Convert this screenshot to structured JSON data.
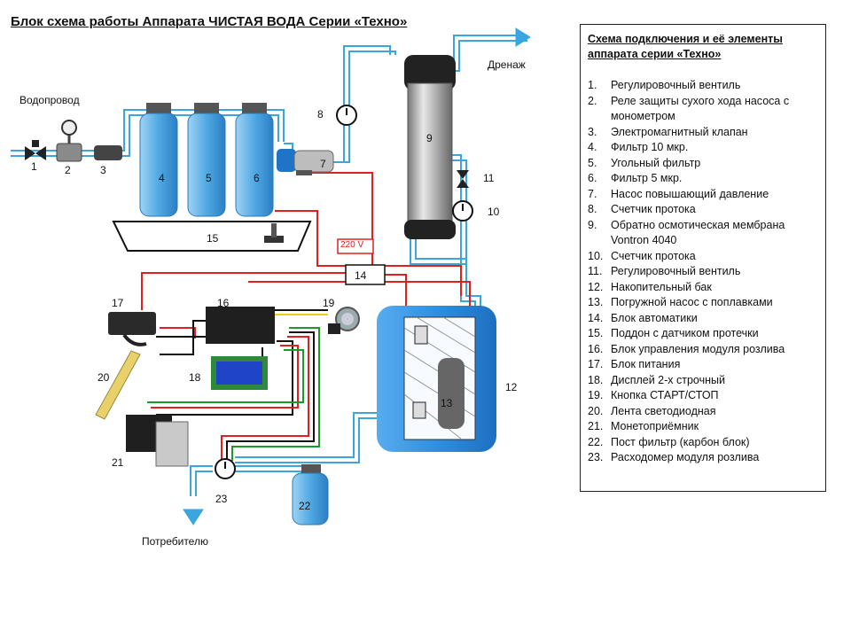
{
  "title": "Блок схема работы Аппарата ЧИСТАЯ ВОДА Серии «Техно»",
  "labels": {
    "water_supply": "Водопровод",
    "drainage": "Дренаж",
    "to_consumer": "Потребителю",
    "voltage": "220 V"
  },
  "numbers": [
    "1",
    "2",
    "3",
    "4",
    "5",
    "6",
    "7",
    "8",
    "9",
    "10",
    "11",
    "12",
    "13",
    "14",
    "15",
    "16",
    "17",
    "18",
    "19",
    "20",
    "21",
    "22",
    "23"
  ],
  "legend": {
    "title_line1": "Схема подключения и её элементы",
    "title_line2": "аппарата серии «Техно»",
    "items": [
      {
        "n": "1.",
        "text": "Регулировочный вентиль"
      },
      {
        "n": "2.",
        "text": "Реле защиты сухого хода насоса с монометром"
      },
      {
        "n": "3.",
        "text": "Электромагнитный клапан"
      },
      {
        "n": "4.",
        "text": "Фильтр 10 мкр."
      },
      {
        "n": "5.",
        "text": "Угольный фильтр"
      },
      {
        "n": "6.",
        "text": "Фильтр 5 мкр."
      },
      {
        "n": "7.",
        "text": "Насос повышающий давление"
      },
      {
        "n": "8.",
        "text": "Счетчик протока"
      },
      {
        "n": "9.",
        "text": "Обратно осмотическая мембрана Vontron 4040"
      },
      {
        "n": "10.",
        "text": "Счетчик протока"
      },
      {
        "n": "11.",
        "text": "Регулировочный вентиль"
      },
      {
        "n": "12.",
        "text": "Накопительный бак"
      },
      {
        "n": "13.",
        "text": "Погружной насос с поплавками"
      },
      {
        "n": "14.",
        "text": "Блок автоматики"
      },
      {
        "n": "15.",
        "text": "Поддон с датчиком протечки"
      },
      {
        "n": "16.",
        "text": "Блок управления модуля розлива"
      },
      {
        "n": "17.",
        "text": "Блок питания"
      },
      {
        "n": "18.",
        "text": "Дисплей 2-х строчный"
      },
      {
        "n": "19.",
        "text": "Кнопка СТАРТ/СТОП"
      },
      {
        "n": "20.",
        "text": "Лента светодиодная"
      },
      {
        "n": "21.",
        "text": "Монетоприёмник"
      },
      {
        "n": "22.",
        "text": "Пост фильтр (карбон блок)"
      },
      {
        "n": "23.",
        "text": "Расходомер модуля розлива"
      }
    ]
  },
  "colors": {
    "pipe": "#3aa6e0",
    "wire_red": "#e02020",
    "wire_black": "#111111",
    "wire_green": "#1a9a2a",
    "wire_yellow": "#e8d020",
    "filter_blue": "#5fb6ea",
    "tank_blue": "#2f8fe0"
  }
}
